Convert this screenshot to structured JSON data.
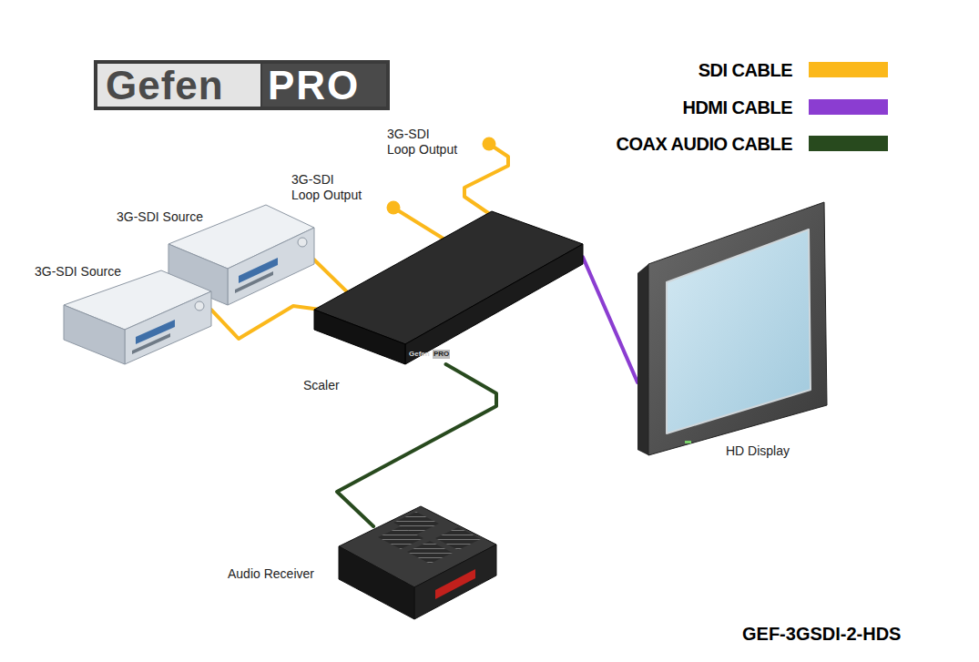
{
  "diagram": {
    "nodes": [
      {
        "text": [
          "3G-SDI Source"
        ]
      },
      {
        "text": [
          "3G-SDI Source"
        ]
      },
      {
        "text": [
          "Scaler"
        ]
      },
      {
        "text": [
          "HD Display"
        ]
      },
      {
        "text": [
          "Audio Receiver"
        ]
      }
    ],
    "edges": [
      {
        "from": 0,
        "to": 2,
        "arrow": "none"
      },
      {
        "from": 1,
        "to": 2,
        "arrow": "none"
      },
      {
        "from": 2,
        "to": 3,
        "arrow": "none"
      },
      {
        "from": 2,
        "to": 4,
        "arrow": "none"
      }
    ],
    "labels": [
      "Gefen",
      "PRO",
      "3G-SDI Loop Output",
      "3G-SDI Loop Output",
      "Gefen",
      "PRO",
      "GEF-3GSDI-2-HDS"
    ],
    "legend": [
      {
        "text": "SDI CABLE",
        "color": "#fbb81b"
      },
      {
        "text": "HDMI CABLE",
        "color": "#8b3dd1"
      },
      {
        "text": "COAX AUDIO CABLE",
        "color": "#284a1e"
      }
    ]
  }
}
